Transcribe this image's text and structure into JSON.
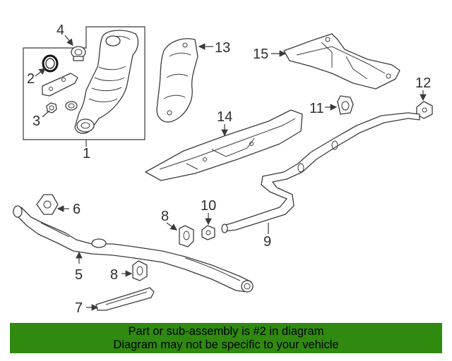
{
  "callouts": {
    "c1": "1",
    "c2": "2",
    "c3": "3",
    "c4": "4",
    "c5": "5",
    "c6": "6",
    "c7": "7",
    "c8a": "8",
    "c8b": "8",
    "c9": "9",
    "c10": "10",
    "c11": "11",
    "c12": "12",
    "c13": "13",
    "c14": "14",
    "c15": "15"
  },
  "banner": {
    "line1": "Part or sub-assembly is #2 in diagram",
    "line2": "Diagram may not be specific to your vehicle"
  },
  "colors": {
    "banner_bg": "#2f8a0f",
    "line_art": "#3a3a3a"
  }
}
